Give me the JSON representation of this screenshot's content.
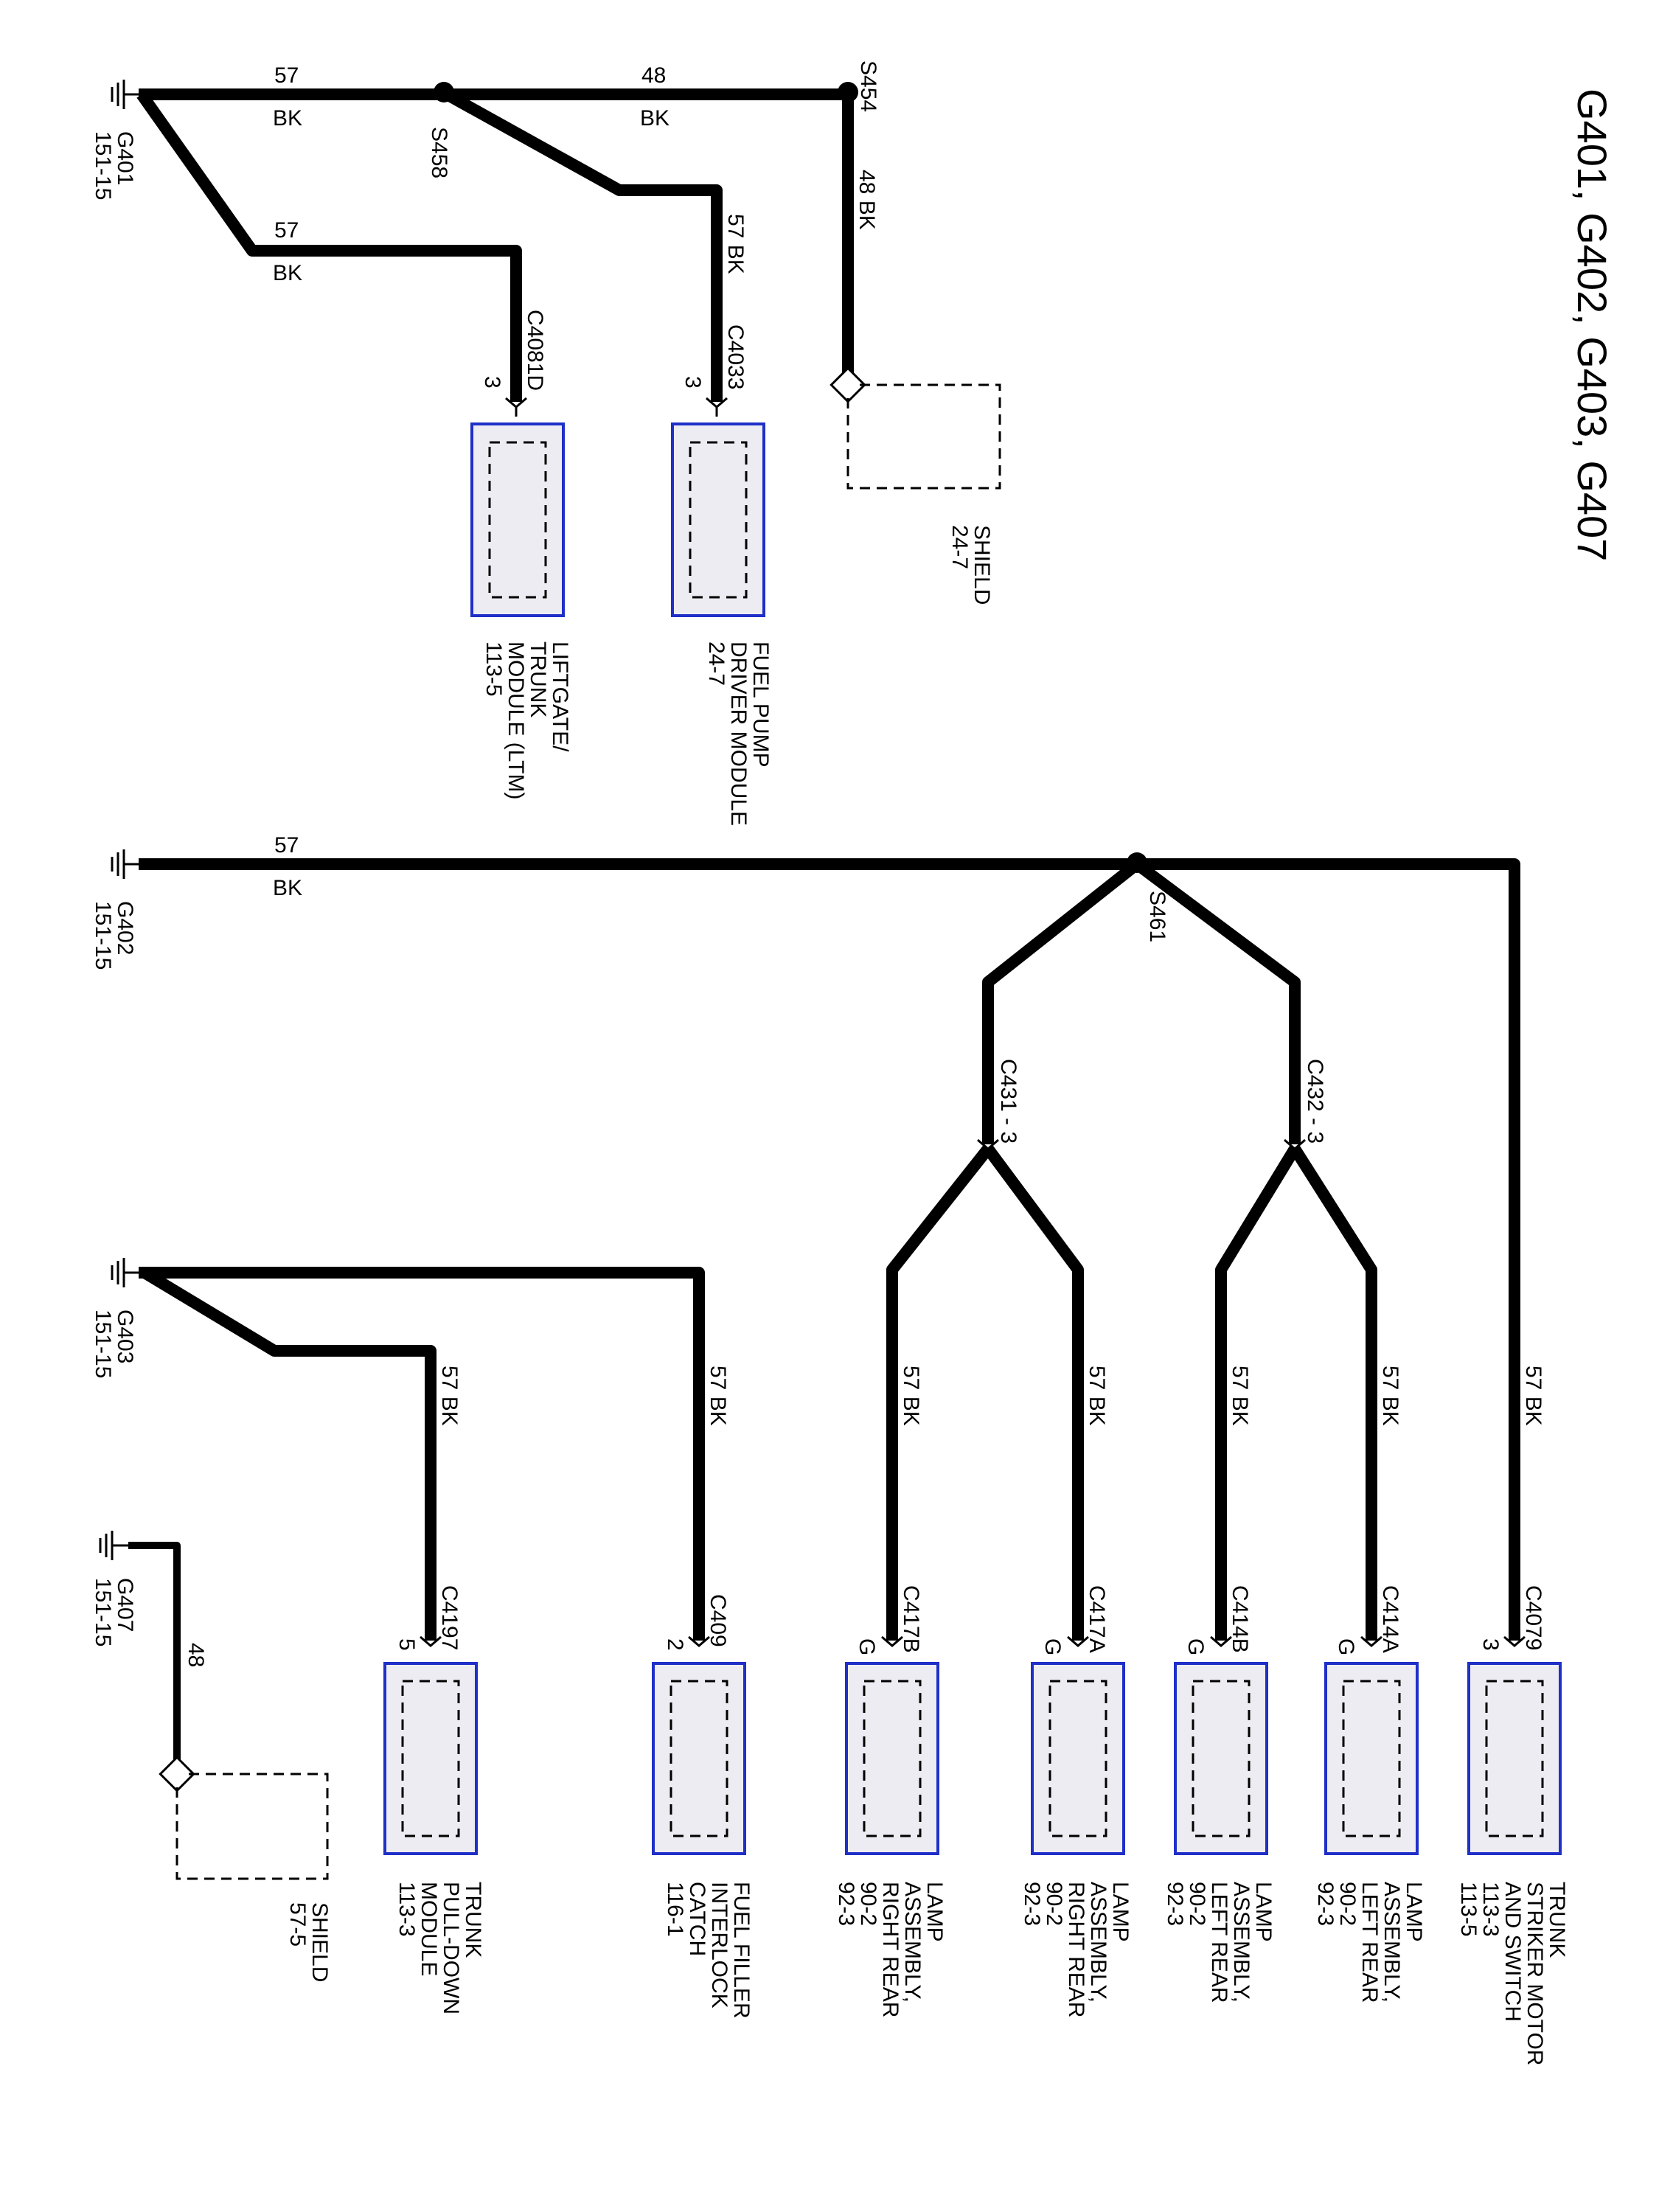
{
  "title": "G401, G402, G403, G407",
  "grounds": {
    "g401": {
      "name": "G401",
      "ref": "151-15"
    },
    "g402": {
      "name": "G402",
      "ref": "151-15"
    },
    "g403": {
      "name": "G403",
      "ref": "151-15"
    },
    "g407": {
      "name": "G407",
      "ref": "151-15"
    }
  },
  "splices": {
    "s458": "S458",
    "s454": "S454",
    "s461": "S461"
  },
  "wires": {
    "w57": "57",
    "w48": "48",
    "bk": "BK",
    "w57bk": "57  BK",
    "w48bk": "48  BK"
  },
  "connectors": {
    "c4081d": "C4081D",
    "c4033": "C4033",
    "c431": "C431 - 3",
    "c432": "C432 - 3",
    "c4197": "C4197",
    "c409": "C409",
    "c417b": "C417B",
    "c417a": "C417A",
    "c414b": "C414B",
    "c414a": "C414A",
    "c4079": "C4079"
  },
  "pins": {
    "p3": "3",
    "p5": "5",
    "p2": "2",
    "pG": "G"
  },
  "shield1": {
    "line1": "SHIELD",
    "line2": "24-7"
  },
  "shield2": {
    "line1": "SHIELD",
    "line2": "57-5"
  },
  "components": {
    "ltm": [
      "LIFTGATE/",
      "TRUNK",
      "MODULE (LTM)",
      "113-5"
    ],
    "fpdm": [
      "FUEL PUMP",
      "DRIVER MODULE",
      "24-7"
    ],
    "tpdm": [
      "TRUNK",
      "PULL-DOWN",
      "MODULE",
      "113-3"
    ],
    "ffic": [
      "FUEL FILLER",
      "INTERLOCK",
      "CATCH",
      "116-1"
    ],
    "lamp_rr1": [
      "LAMP",
      "ASSEMBLY,",
      "RIGHT REAR",
      "90-2",
      "92-3"
    ],
    "lamp_rr2": [
      "LAMP",
      "ASSEMBLY,",
      "RIGHT REAR",
      "90-2",
      "92-3"
    ],
    "lamp_lr1": [
      "LAMP",
      "ASSEMBLY,",
      "LEFT REAR",
      "90-2",
      "92-3"
    ],
    "lamp_lr2": [
      "LAMP",
      "ASSEMBLY,",
      "LEFT REAR",
      "90-2",
      "92-3"
    ],
    "tsm": [
      "TRUNK",
      "STRIKER MOTOR",
      "AND SWITCH",
      "113-3",
      "113-5"
    ]
  }
}
